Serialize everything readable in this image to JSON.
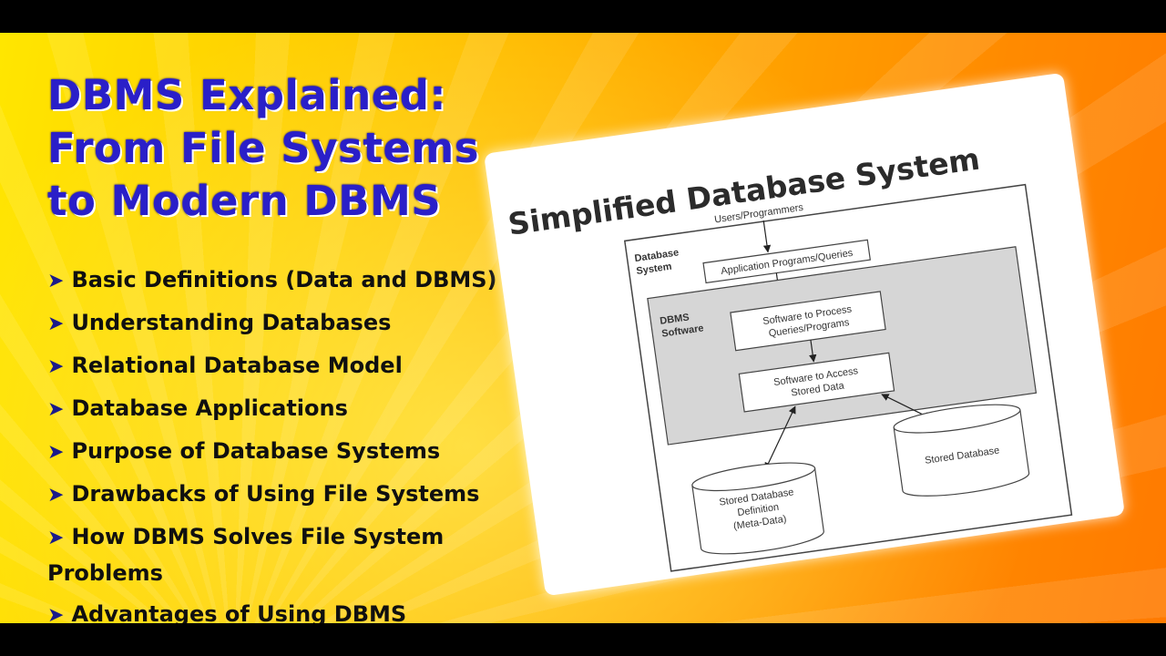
{
  "slide": {
    "title_lines": [
      "DBMS Explained:",
      "From File Systems",
      "to Modern DBMS"
    ],
    "bullet_symbol": "➤",
    "bullets": [
      "Basic Definitions (Data and DBMS)",
      "Understanding Databases",
      "Relational Database Model",
      "Database Applications",
      "Purpose of Database Systems",
      "Drawbacks of Using File Systems",
      "How DBMS Solves File System Problems",
      "Advantages of Using DBMS"
    ]
  },
  "diagram": {
    "heading": "Simplified Database System",
    "users": "Users/Programmers",
    "database_system_label": [
      "Database",
      "System"
    ],
    "application": "Application Programs/Queries",
    "dbms_software_label": [
      "DBMS",
      "Software"
    ],
    "process": [
      "Software to Process",
      "Queries/Programs"
    ],
    "access": [
      "Software to Access",
      "Stored Data"
    ],
    "meta_db": [
      "Stored Database",
      "Definition",
      "(Meta-Data)"
    ],
    "stored_db": "Stored Database",
    "colors": {
      "title": "#2a1fc8",
      "dbms_panel": "#d6d6d6",
      "background_start": "#ffe600",
      "background_end": "#ff7a00"
    }
  }
}
